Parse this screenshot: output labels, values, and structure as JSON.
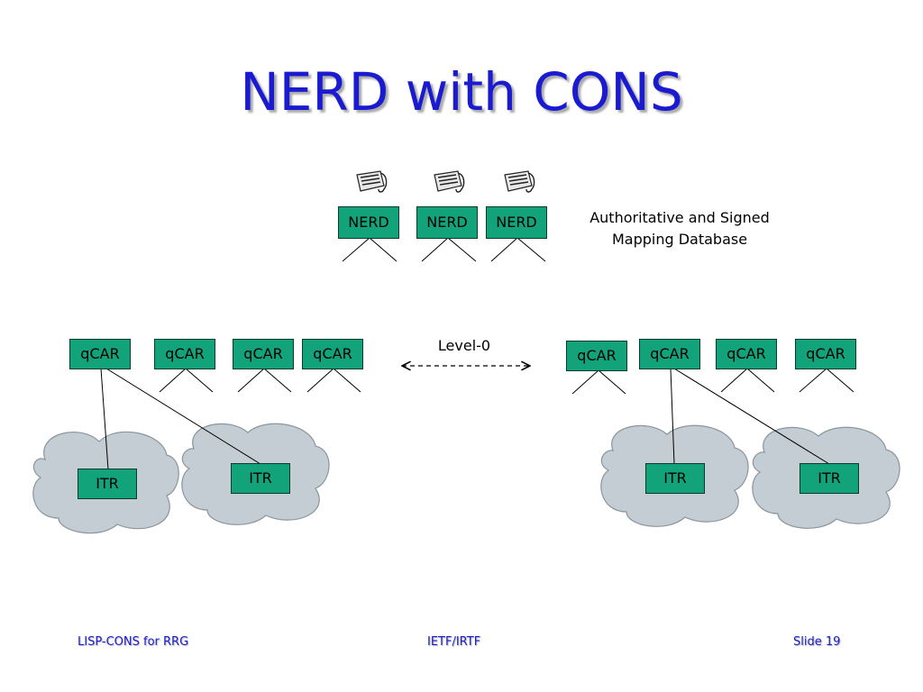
{
  "slide": {
    "title": "NERD with CONS"
  },
  "nerd": {
    "boxes": [
      {
        "label": "NERD"
      },
      {
        "label": "NERD"
      },
      {
        "label": "NERD"
      }
    ],
    "description": "Authoritative and Signed Mapping Database"
  },
  "level": {
    "label": "Level-0"
  },
  "qcar": {
    "left": [
      {
        "label": "qCAR"
      },
      {
        "label": "qCAR"
      },
      {
        "label": "qCAR"
      },
      {
        "label": "qCAR"
      }
    ],
    "right": [
      {
        "label": "qCAR"
      },
      {
        "label": "qCAR"
      },
      {
        "label": "qCAR"
      },
      {
        "label": "qCAR"
      }
    ]
  },
  "itr": [
    {
      "label": "ITR"
    },
    {
      "label": "ITR"
    },
    {
      "label": "ITR"
    },
    {
      "label": "ITR"
    }
  ],
  "colors": {
    "title": "#1a1ad0",
    "box_fill": "#13a37a",
    "cloud_fill": "#c3cdd3",
    "cloud_stroke": "#8a969d"
  },
  "footer": {
    "left": "LISP-CONS for RRG",
    "center": "IETF/IRTF",
    "right": "Slide 19"
  }
}
